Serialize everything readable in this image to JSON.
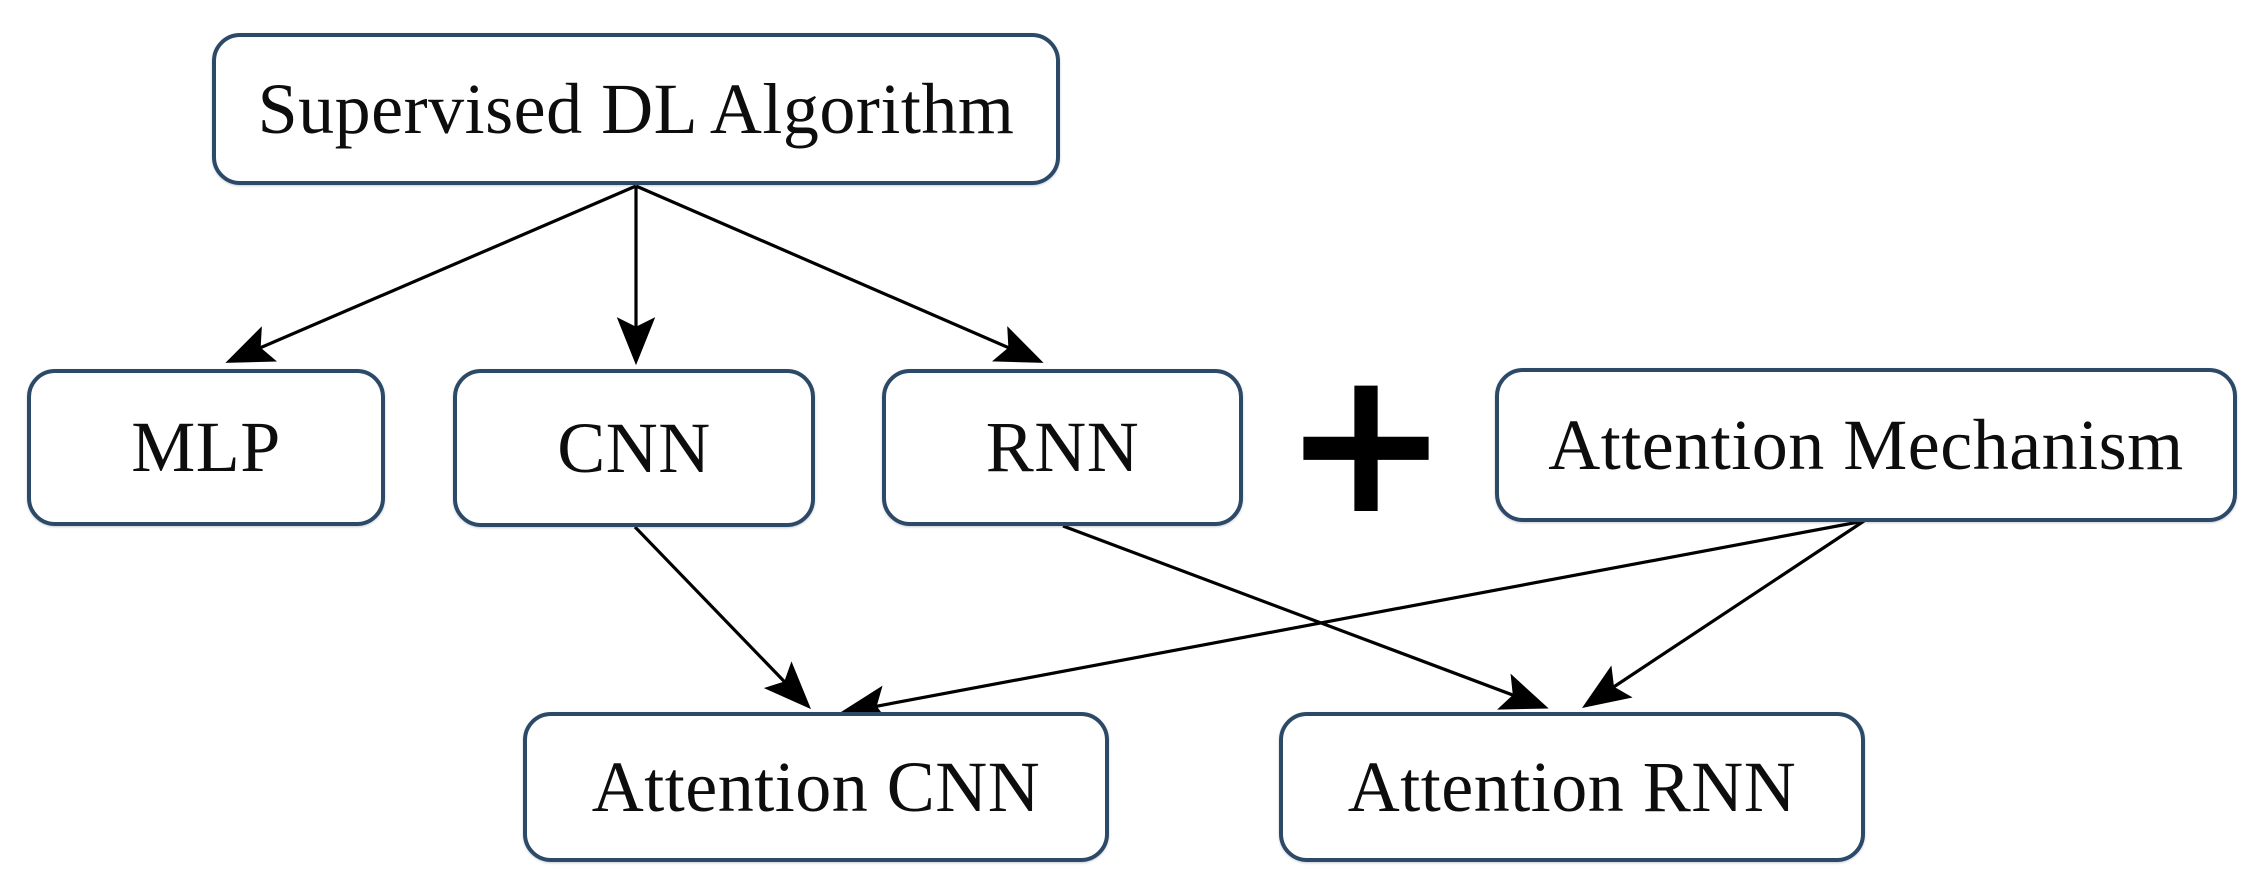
{
  "diagram": {
    "type": "flowchart",
    "nodes": [
      {
        "id": "supervised",
        "label": "Supervised DL Algorithm"
      },
      {
        "id": "mlp",
        "label": "MLP"
      },
      {
        "id": "cnn",
        "label": "CNN"
      },
      {
        "id": "rnn",
        "label": "RNN"
      },
      {
        "id": "attention_mechanism",
        "label": "Attention Mechanism"
      },
      {
        "id": "attention_cnn",
        "label": "Attention CNN"
      },
      {
        "id": "attention_rnn",
        "label": "Attention RNN"
      }
    ],
    "operator": {
      "symbol": "+",
      "between": [
        "RNN",
        "Attention Mechanism"
      ]
    },
    "edges": [
      {
        "from": "Supervised DL Algorithm",
        "to": "MLP"
      },
      {
        "from": "Supervised DL Algorithm",
        "to": "CNN"
      },
      {
        "from": "Supervised DL Algorithm",
        "to": "RNN"
      },
      {
        "from": "CNN",
        "to": "Attention CNN"
      },
      {
        "from": "RNN",
        "to": "Attention RNN"
      },
      {
        "from": "Attention Mechanism",
        "to": "Attention CNN"
      },
      {
        "from": "Attention Mechanism",
        "to": "Attention RNN"
      }
    ],
    "colors": {
      "box_border": "#2c4a68",
      "box_fill": "#ffffff",
      "arrow": "#000000",
      "text": "#0d0d0d",
      "background": "#ffffff"
    }
  }
}
